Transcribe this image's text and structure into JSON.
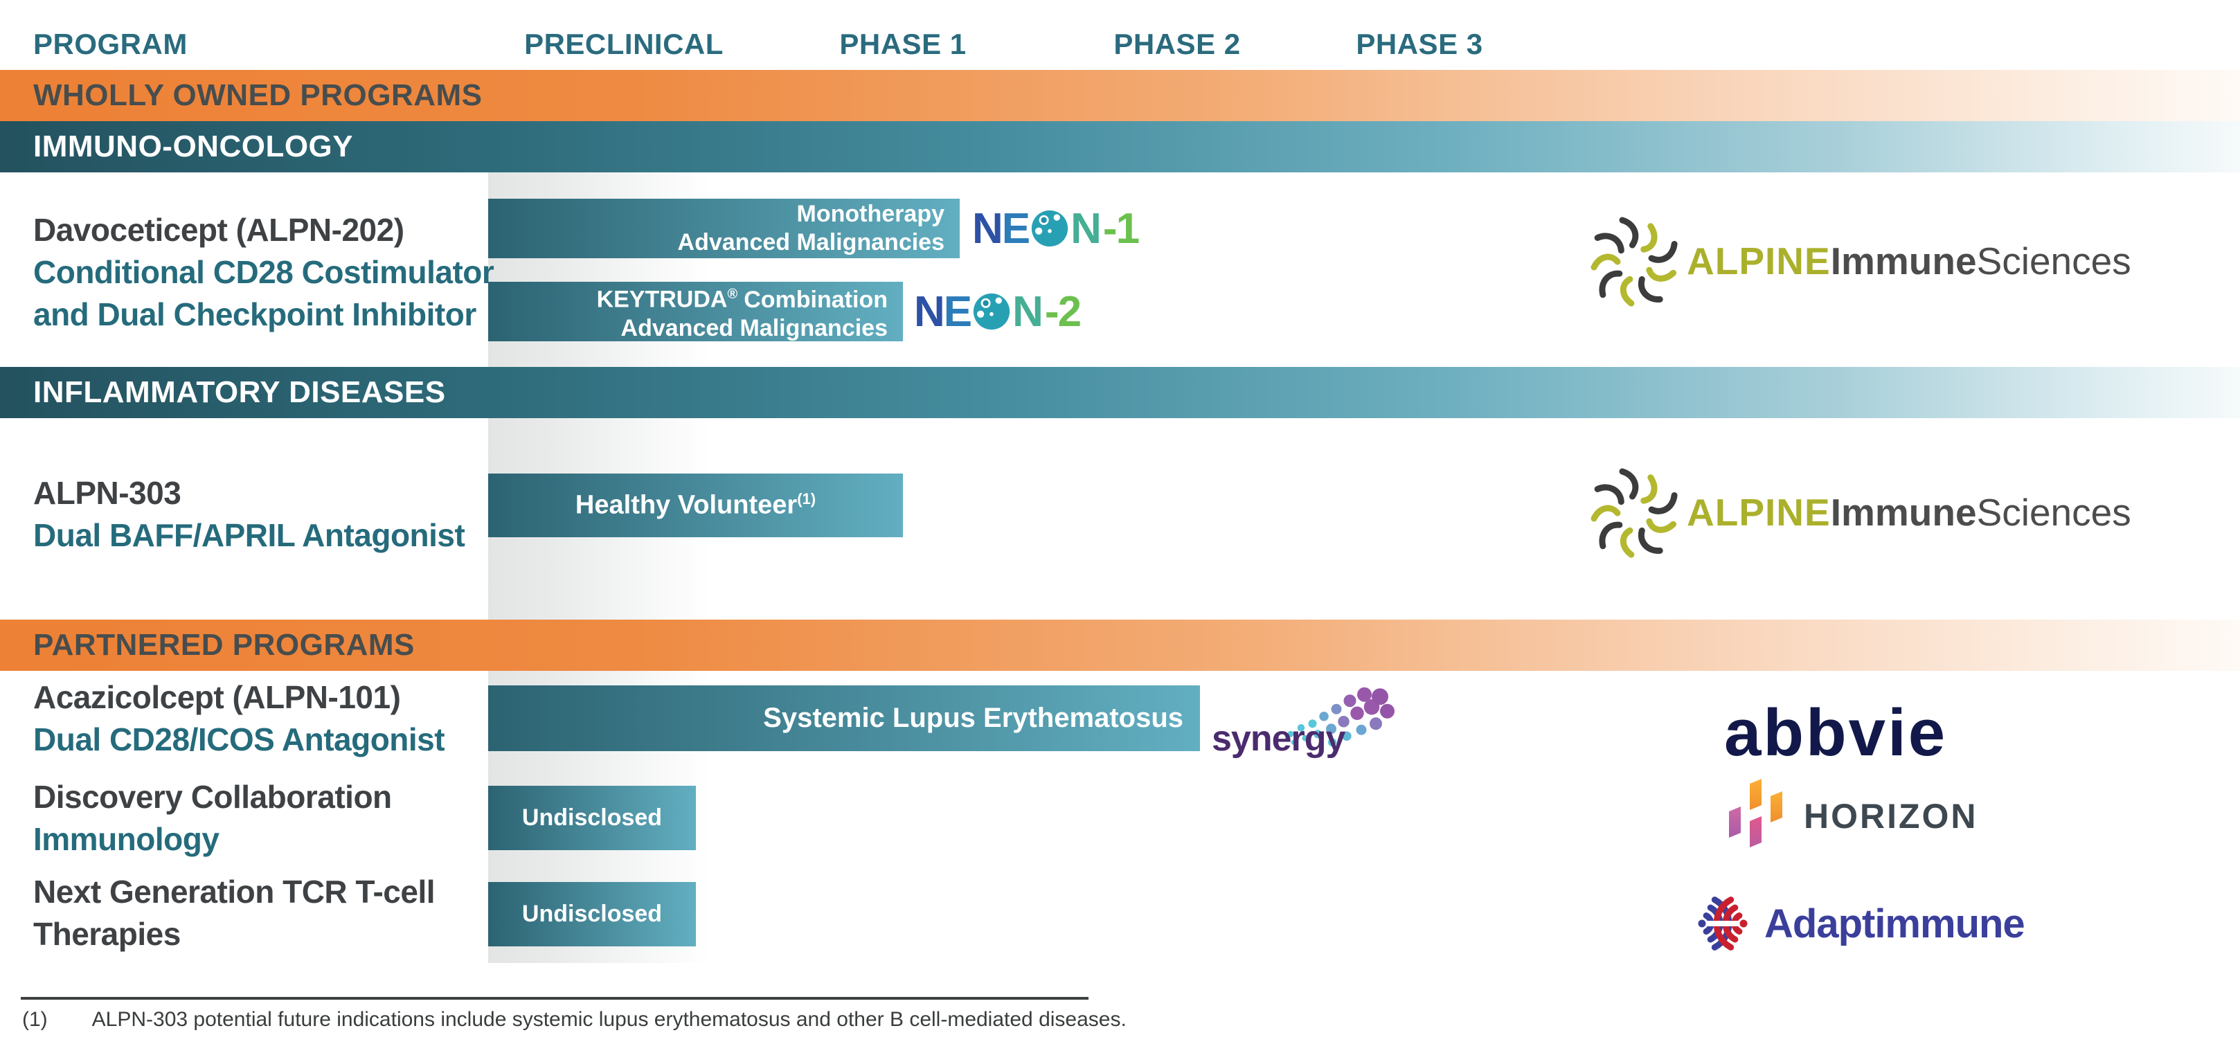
{
  "header": {
    "program": "PROGRAM",
    "phases": {
      "preclinical": "PRECLINICAL",
      "phase1": "PHASE 1",
      "phase2": "PHASE 2",
      "phase3": "PHASE 3"
    }
  },
  "banners": {
    "wholly_owned": "WHOLLY OWNED PROGRAMS",
    "immuno_oncology": "IMMUNO-ONCOLOGY",
    "inflammatory": "INFLAMMATORY DISEASES",
    "partnered": "PARTNERED PROGRAMS"
  },
  "programs": {
    "davoceticept": {
      "title": "Davoceticept (ALPN-202)",
      "subtitle1": "Conditional CD28 Costimulator",
      "subtitle2": "and Dual Checkpoint Inhibitor"
    },
    "alpn303": {
      "title": "ALPN-303",
      "subtitle1": "Dual BAFF/APRIL Antagonist"
    },
    "acazicolcept": {
      "title": "Acazicolcept (ALPN-101)",
      "subtitle1": "Dual CD28/ICOS Antagonist"
    },
    "discovery": {
      "title": "Discovery Collaboration",
      "subtitle1": "Immunology"
    },
    "nextgen": {
      "title": "Next Generation TCR T-cell",
      "title2": "Therapies"
    }
  },
  "bars": {
    "monotherapy": {
      "line1": "Monotherapy",
      "line2": "Advanced Malignancies"
    },
    "keytruda": {
      "name": "KEYTRUDA",
      "reg": "®",
      "rest": "Combination",
      "line2": "Advanced Malignancies"
    },
    "healthy_volunteer": {
      "label": "Healthy Volunteer",
      "sup": "(1)"
    },
    "sle": {
      "label": "Systemic Lupus Erythematosus"
    },
    "undisclosed1": {
      "label": "Undisclosed"
    },
    "undisclosed2": {
      "label": "Undisclosed"
    }
  },
  "trials": {
    "neon1": {
      "n1": "N",
      "e": "E",
      "n2": "N",
      "suffix": "-1"
    },
    "neon2": {
      "n1": "N",
      "e": "E",
      "n2": "N",
      "suffix": "-2"
    }
  },
  "logos": {
    "alpine": {
      "alpine": "ALPINE",
      "immune": "Immune",
      "sciences": "Sciences"
    },
    "synergy": {
      "text": "synergy"
    },
    "abbvie": {
      "text": "abbvie"
    },
    "horizon": {
      "text": "HORIZON"
    },
    "adaptimmune": {
      "text": "Adaptimmune"
    }
  },
  "footnote": {
    "marker": "(1)",
    "text": "ALPN-303 potential future indications include systemic lupus erythematosus and other B cell-mediated diseases."
  },
  "colors": {
    "accent_teal": "#2a6b7e",
    "accent_orange": "#ed8135",
    "bar_gradient_start": "#2c6372",
    "bar_gradient_end": "#62afc1"
  }
}
